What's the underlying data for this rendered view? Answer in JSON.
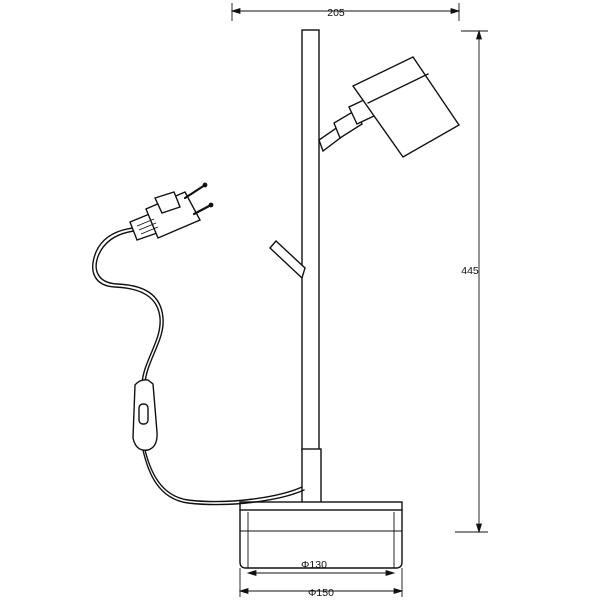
{
  "dimensions": {
    "width_label": "205",
    "height_label": "445",
    "inner_diameter_label": "Φ130",
    "outer_diameter_label": "Φ150"
  },
  "colors": {
    "line": "#111111",
    "background": "#ffffff"
  }
}
